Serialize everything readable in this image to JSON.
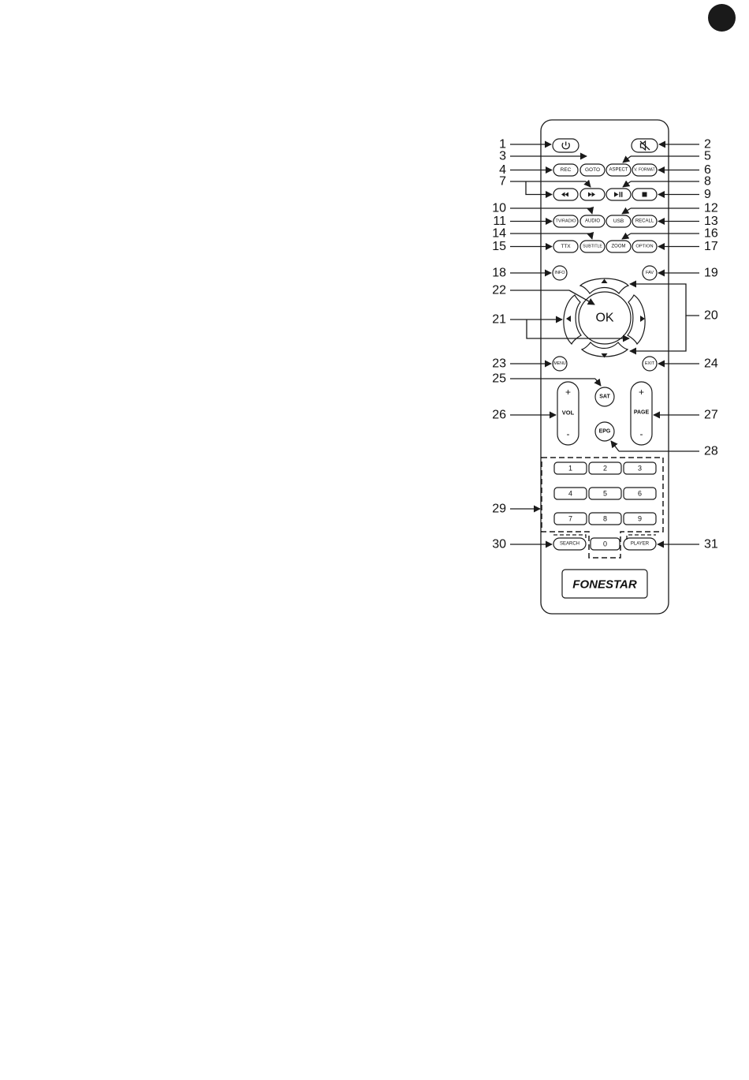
{
  "remote": {
    "brand": "FONESTAR",
    "buttons": {
      "rec": "REC",
      "goto": "GOTO",
      "aspect": "ASPECT",
      "vformat": "V. FORMAT",
      "tvradio": "TV/RADIO",
      "audio": "AUDIO",
      "usb": "USB",
      "recall": "RECALL",
      "ttx": "TTX",
      "subtitle": "SUBTITLE",
      "zoom": "ZOOM",
      "option": "OPTION",
      "info": "INFO",
      "fav": "FAV",
      "ok": "OK",
      "menu": "MENU",
      "exit": "EXIT",
      "sat": "SAT",
      "epg": "EPG",
      "vol": "VOL",
      "vol_plus": "+",
      "vol_minus": "-",
      "page": "PAGE",
      "page_plus": "+",
      "page_minus": "-",
      "search": "SEARCH",
      "player": "PLAYER",
      "digits": [
        "1",
        "2",
        "3",
        "4",
        "5",
        "6",
        "7",
        "8",
        "9",
        "0"
      ]
    },
    "icons": {
      "power": "power-icon",
      "mute": "mute-icon",
      "rewind": "rewind-icon",
      "fast_forward": "fast-forward-icon",
      "play_pause": "play-pause-icon",
      "stop": "stop-icon",
      "arrow_up": "arrow-up-icon",
      "arrow_down": "arrow-down-icon",
      "arrow_left": "arrow-left-icon",
      "arrow_right": "arrow-right-icon"
    }
  },
  "callouts": [
    "1",
    "2",
    "3",
    "4",
    "5",
    "6",
    "7",
    "8",
    "9",
    "10",
    "11",
    "12",
    "13",
    "14",
    "15",
    "16",
    "17",
    "18",
    "19",
    "20",
    "21",
    "22",
    "23",
    "24",
    "25",
    "26",
    "27",
    "28",
    "29",
    "30",
    "31"
  ],
  "colors": {
    "ink": "#1a1a1a",
    "paper": "#ffffff"
  }
}
